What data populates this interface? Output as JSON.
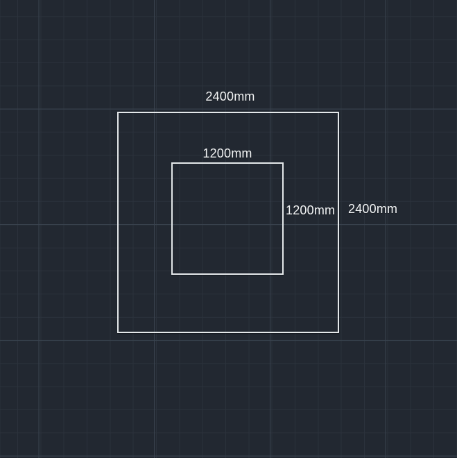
{
  "theme": {
    "canvas-bg": "#222831",
    "grid-minor": "#2b323c",
    "grid-major": "#3a434f",
    "shape-stroke": "#e4e8ea",
    "label-text": "#f2f4f5"
  },
  "canvas": {
    "shapes": [
      {
        "name": "outer-rectangle",
        "width_label": "2400mm",
        "height_label": "2400mm"
      },
      {
        "name": "inner-rectangle",
        "width_label": "1200mm",
        "height_label": "1200mm"
      }
    ],
    "dimension_labels": {
      "outer_width": "2400mm",
      "outer_height": "2400mm",
      "inner_width": "1200mm",
      "inner_height": "1200mm"
    }
  }
}
